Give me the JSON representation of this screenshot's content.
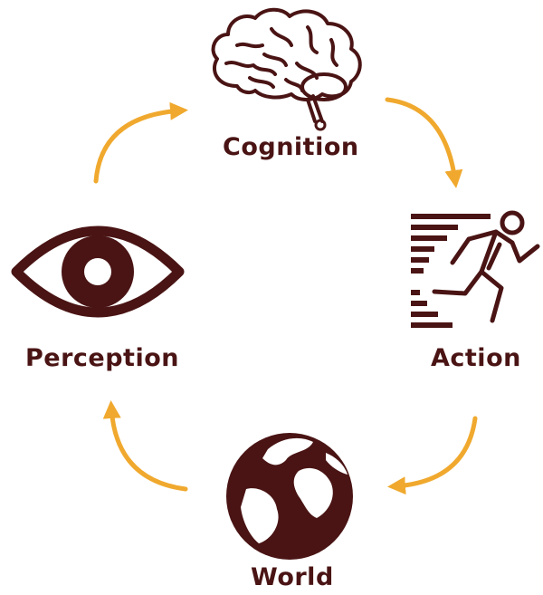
{
  "diagram": {
    "nodes": {
      "cognition": {
        "label": "Cognition",
        "icon": "brain-icon"
      },
      "action": {
        "label": "Action",
        "icon": "running-person-icon"
      },
      "world": {
        "label": "World",
        "icon": "globe-icon"
      },
      "perception": {
        "label": "Perception",
        "icon": "eye-icon"
      }
    },
    "cycle_order": [
      "cognition",
      "action",
      "world",
      "perception"
    ],
    "colors": {
      "icon": "#4a1414",
      "arrow": "#f0a92e",
      "background": "#ffffff"
    }
  }
}
